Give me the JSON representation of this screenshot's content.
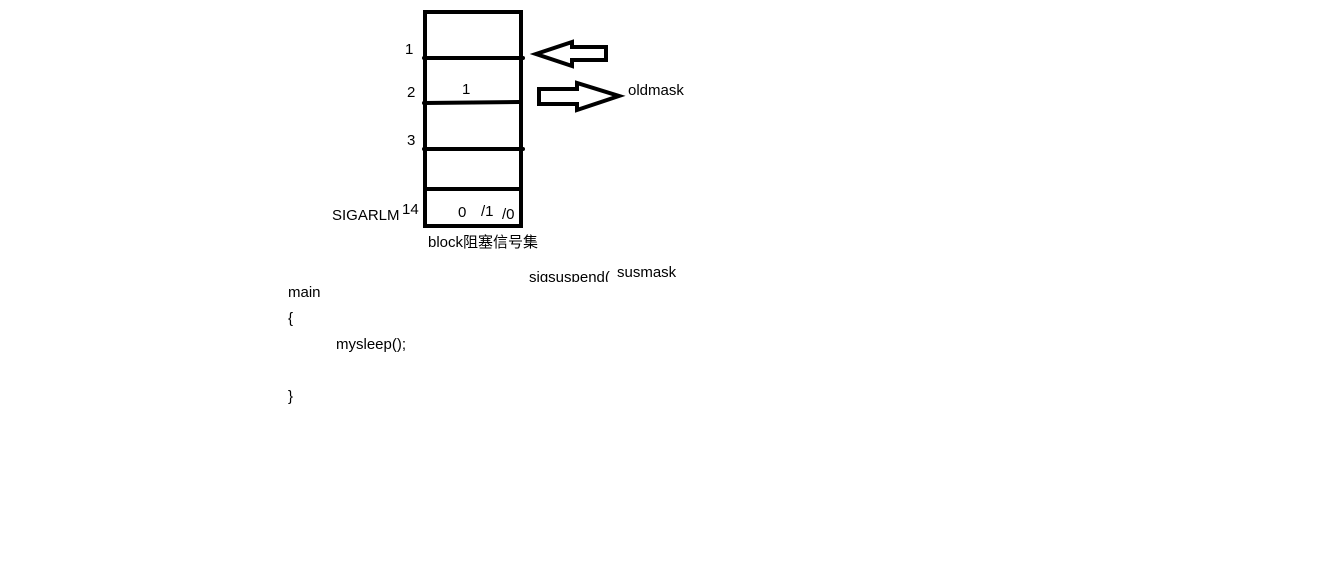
{
  "diagram": {
    "row_numbers": [
      "1",
      "2",
      "3"
    ],
    "row_value_2": "1",
    "signal_label": "SIGARLM",
    "signal_number": "14",
    "cell_values": [
      "0",
      "/1",
      "/0"
    ],
    "box_caption": "block阻塞信号集",
    "right_arrow_label": "oldmask",
    "call_text": "sigsuspend(",
    "call_arg": "susmask"
  },
  "code": {
    "lines": [
      "main",
      "{",
      "mysleep();",
      "}"
    ]
  }
}
